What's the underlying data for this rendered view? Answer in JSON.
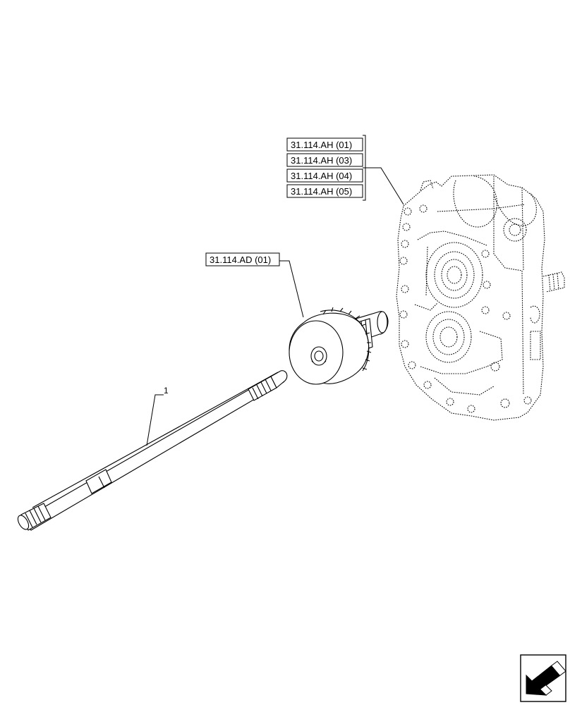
{
  "references": {
    "housing": [
      "31.114.AH (01)",
      "31.114.AH (03)",
      "31.114.AH (04)",
      "31.114.AH (05)"
    ],
    "clutch": "31.114.AD (01)"
  },
  "parts": {
    "shaft_callout": "1"
  },
  "icons": {
    "nav_arrow": "previous-page-arrow-icon"
  }
}
